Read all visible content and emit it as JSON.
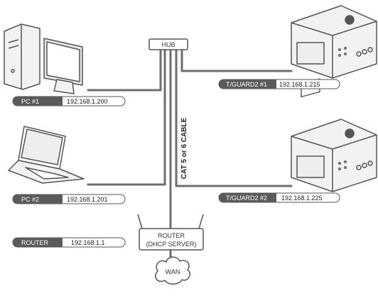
{
  "hub": {
    "label": "HUB"
  },
  "cable_label": "CAT 5 or 6 CABLE",
  "router": {
    "line1": "ROUTER",
    "line2": "(DHCP SERVER)"
  },
  "wan": {
    "label": "WAN"
  },
  "tags": {
    "pc1": {
      "name": "PC #1",
      "ip": "192.168.1.200"
    },
    "pc2": {
      "name": "PC #2",
      "ip": "192.168.1.201"
    },
    "router": {
      "name": "ROUTER",
      "ip": "192.168.1.1"
    },
    "tguard1": {
      "name": "T/GUARD2 #1",
      "ip": "192.168.1.215"
    },
    "tguard2": {
      "name": "T/GUARD2 #2",
      "ip": "192.168.1.225"
    }
  },
  "colors": {
    "line": "#6e6e6e",
    "tag_dark": "#5a5a5a",
    "device_fill": "#f2f2f2",
    "device_stroke": "#555555"
  }
}
